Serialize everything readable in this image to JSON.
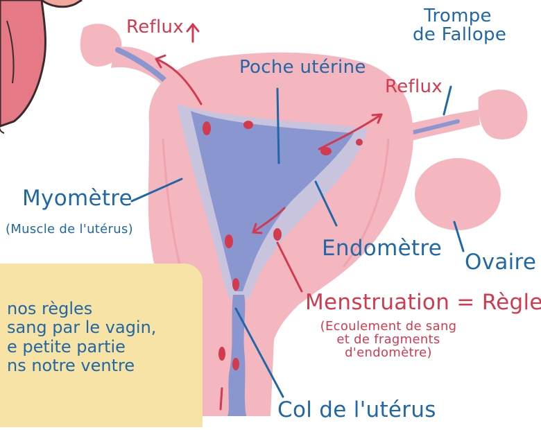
{
  "labels": {
    "reflux_left": "Reflux",
    "reflux_right": "Reflux",
    "trompe": [
      "Trompe",
      "de Fallope"
    ],
    "poche": "Poche utérine",
    "myometre": "Myomètre",
    "myometre_sub": "(Muscle de l'utérus)",
    "endometre": "Endomètre",
    "ovaire": "Ovaire",
    "menstruation": "Menstruation = Règles",
    "menstruation_sub": [
      "(Ecoulement de sang",
      "et de fragments",
      "d'endomètre)"
    ],
    "col": "Col de l'utérus"
  },
  "note": {
    "lines": [
      "nos règles",
      "sang par le vagin,",
      "e petite partie",
      "ns notre ventre"
    ]
  },
  "colors": {
    "uterus": "#f4b6bf",
    "uterus_shade": "#eea3ae",
    "cavity": "#8a96cf",
    "endometrium": "#c9c4dd",
    "blood": "#d23a4f",
    "label_blue": "#1f67a6",
    "note_bg": "#f8e3a6",
    "skin": "#f3a79a",
    "sleeve": "#e57a86"
  }
}
